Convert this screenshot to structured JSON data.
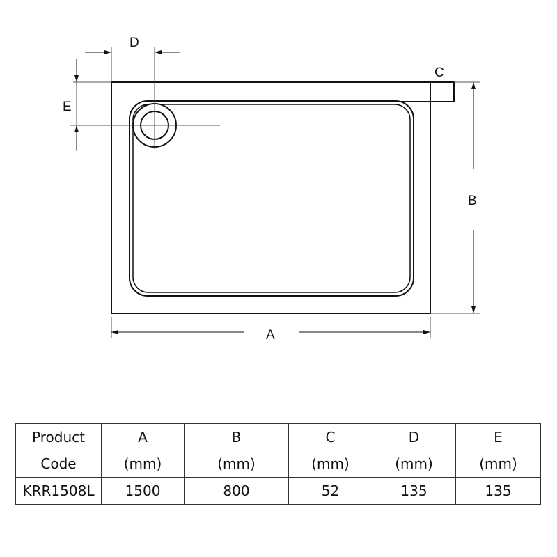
{
  "drawing": {
    "labels": {
      "a": "A",
      "b": "B",
      "c": "C",
      "d": "D",
      "e": "E"
    }
  },
  "table": {
    "headers": [
      {
        "line1": "Product",
        "line2": "Code"
      },
      {
        "line1": "A",
        "line2": "(mm)"
      },
      {
        "line1": "B",
        "line2": "(mm)"
      },
      {
        "line1": "C",
        "line2": "(mm)"
      },
      {
        "line1": "D",
        "line2": "(mm)"
      },
      {
        "line1": "E",
        "line2": "(mm)"
      }
    ],
    "rows": [
      [
        "KRR1508L",
        "1500",
        "800",
        "52",
        "135",
        "135"
      ]
    ]
  }
}
